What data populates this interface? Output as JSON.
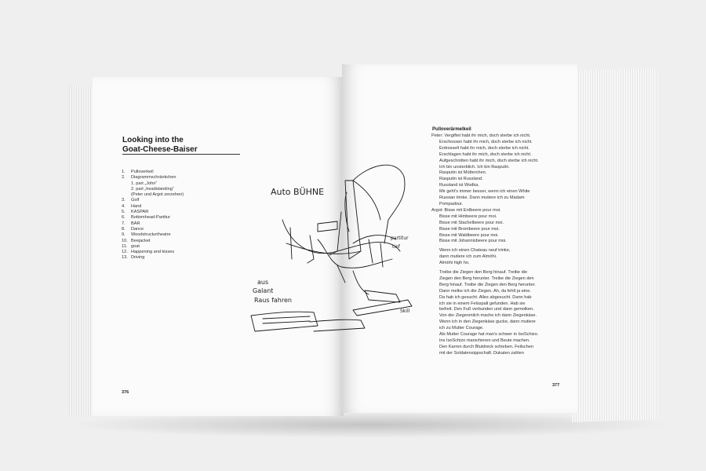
{
  "left_page": {
    "chapter_title_line1": "Looking into the",
    "chapter_title_line2": "Goat-Cheese-Baiser",
    "toc": [
      {
        "num": "1.",
        "text": "Pulloverkeil"
      },
      {
        "num": "2.",
        "text": "Diagrammschränkchen"
      },
      {
        "num": "",
        "text": "1. part „John“",
        "sub": true
      },
      {
        "num": "",
        "text": "2. part „headstanding“",
        "sub": true
      },
      {
        "num": "",
        "text": "(Peter und Argot zerzehen)",
        "sub": true
      },
      {
        "num": "3.",
        "text": "Golf"
      },
      {
        "num": "4.",
        "text": "Hand"
      },
      {
        "num": "5.",
        "text": "KASPAR"
      },
      {
        "num": "6.",
        "text": "Bottomhead-Partitur"
      },
      {
        "num": "7.",
        "text": "BAR"
      },
      {
        "num": "8.",
        "text": "Dance"
      },
      {
        "num": "9.",
        "text": "Woodstructurtheatre"
      },
      {
        "num": "10.",
        "text": "Beejacket"
      },
      {
        "num": "11.",
        "text": "goat"
      },
      {
        "num": "12.",
        "text": "Happening and kisses"
      },
      {
        "num": "13.",
        "text": "Driving"
      }
    ],
    "page_number": "376",
    "sketch_labels": {
      "top": "Auto BÜHNE",
      "left_line1": "aus",
      "left_line2": "Galant",
      "left_line3": "Raus fahren",
      "right_line1": "partitur",
      "right_line2": "tief",
      "bottom_right": "Skill"
    }
  },
  "right_page": {
    "heading": "Pulloverärmelkeil",
    "lines": [
      {
        "text": "Peter: Vergiftet habt ihr mich, doch sterbe ich nicht.",
        "indent": false
      },
      {
        "text": "Erschossen habt ihr mich, doch sterbe ich nicht.",
        "indent": true
      },
      {
        "text": "Erdrosselt habt ihr mich, doch sterbe ich nicht.",
        "indent": true
      },
      {
        "text": "Erschlagen habt ihr mich, doch sterbe ich nicht.",
        "indent": true
      },
      {
        "text": "Aufgeschnitten habt ihr mich, doch sterbe ich nicht.",
        "indent": true
      },
      {
        "text": "Ich bin unsterblich. Ich bin Rasputin.",
        "indent": true
      },
      {
        "text": "Rasputin ist Mütterchen.",
        "indent": true
      },
      {
        "text": "Rasputin ist Russland.",
        "indent": true
      },
      {
        "text": "Russland ist Wodka.",
        "indent": true
      },
      {
        "text": "Mir geht's immer besser, wenn ich einen White",
        "indent": true
      },
      {
        "text": "Russian trinke. Dann mutiere ich zu Madam",
        "indent": true
      },
      {
        "text": "Pompadour.",
        "indent": true
      },
      {
        "text": "Argot: Bisse mit Erdbeere pour moi.",
        "indent": false
      },
      {
        "text": "Bisse mit Himbeere pour moi.",
        "indent": true
      },
      {
        "text": "Bisse mit Stachelbeere pour moi.",
        "indent": true
      },
      {
        "text": "Bisse mit Brombeere pour moi.",
        "indent": true
      },
      {
        "text": "Bisse mit Waldbeere pour moi.",
        "indent": true
      },
      {
        "text": "Bisse mit Johannisbeere pour moi.",
        "indent": true
      },
      {
        "text": "Wenn ich einen Chateau neuf trinke,",
        "indent": true,
        "gap": true
      },
      {
        "text": "dann mutiere ich zum Almöhi.",
        "indent": true
      },
      {
        "text": "Almöhi high ho.",
        "indent": true
      },
      {
        "text": "Treibe die Ziegen den Berg hinauf. Treibe die",
        "indent": true,
        "gap": true
      },
      {
        "text": "Ziegen den Berg herunter. Treibe die Ziegen den",
        "indent": true
      },
      {
        "text": "Berg hinauf. Treibe die Ziegen den Berg herunter.",
        "indent": true
      },
      {
        "text": "Dann melke ich die Ziegen. Ah, da fehlt ja eine.",
        "indent": true
      },
      {
        "text": "Da hab ich gesucht. Alles abgesucht. Dann hab",
        "indent": true
      },
      {
        "text": "ich sie in einem Felsspalt gefunden. Hab sie",
        "indent": true
      },
      {
        "text": "befreit. Den Fuß verbunden und dann gemolken.",
        "indent": true
      },
      {
        "text": "Von der Ziegenmilch mache ich dann Ziegenkäse.",
        "indent": true
      },
      {
        "text": "Wenn ich in den Ziegenkäse gucke, dann mutiere",
        "indent": true
      },
      {
        "text": "ich zu Mutter Courage.",
        "indent": true
      },
      {
        "text": "Als Mutter Courage hat man's schwer in IsoSchizo.",
        "indent": true
      },
      {
        "text": "Ins IsoSchizo marschieren und Beute machen.",
        "indent": true
      },
      {
        "text": "Den Karren durch Blutdreck schieben. Feilschen",
        "indent": true
      },
      {
        "text": "mit der Soldatensippschaft. Dukaten zahlen",
        "indent": true
      }
    ],
    "page_number": "377"
  }
}
